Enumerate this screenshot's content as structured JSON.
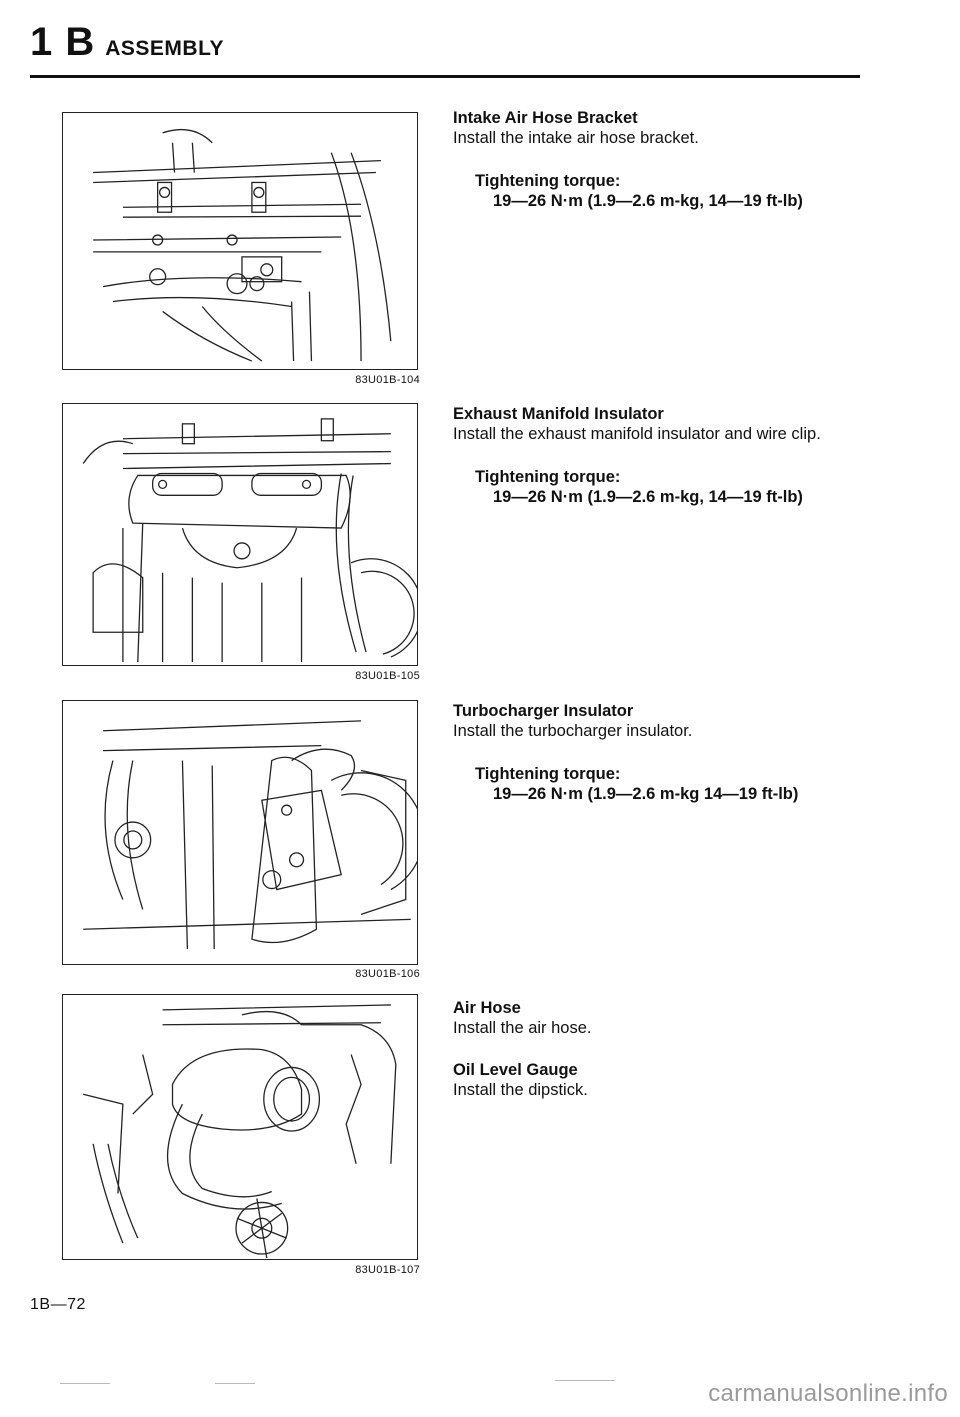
{
  "header": {
    "section": "1 B",
    "title": "ASSEMBLY"
  },
  "figures": [
    {
      "id": "83U01B-104"
    },
    {
      "id": "83U01B-105"
    },
    {
      "id": "83U01B-106"
    },
    {
      "id": "83U01B-107"
    }
  ],
  "blocks": [
    {
      "title": "Intake Air Hose Bracket",
      "text": "Install the intake air hose bracket.",
      "torque_label": "Tightening torque:",
      "torque_value": "19—26 N·m (1.9—2.6 m-kg, 14—19 ft-lb)"
    },
    {
      "title": "Exhaust Manifold Insulator",
      "text": "Install the exhaust manifold insulator and wire clip.",
      "torque_label": "Tightening torque:",
      "torque_value": "19—26 N·m (1.9—2.6 m-kg, 14—19 ft-lb)"
    },
    {
      "title": "Turbocharger Insulator",
      "text": "Install the turbocharger insulator.",
      "torque_label": "Tightening torque:",
      "torque_value": "19—26 N·m (1.9—2.6 m-kg 14—19 ft-lb)"
    },
    {
      "title": "Air Hose",
      "text": "Install the air hose."
    },
    {
      "title": "Oil Level Gauge",
      "text": "Install the dipstick."
    }
  ],
  "footer": {
    "page_number": "1B—72",
    "watermark": "carmanualsonline.info"
  }
}
